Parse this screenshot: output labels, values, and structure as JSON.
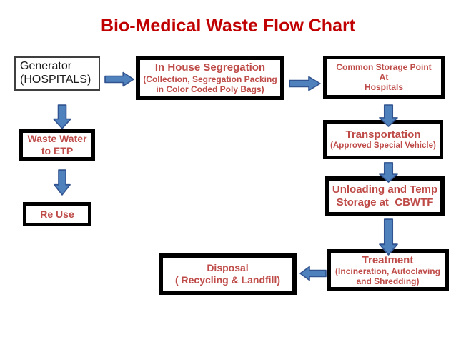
{
  "title": "Bio-Medical Waste Flow Chart",
  "colors": {
    "c_title": "#C00000",
    "c_red": "#BE4B48",
    "c_arrow": "#4F81BD",
    "c_arrow_stroke": "#31538F",
    "c_border": "#000000",
    "c_generator_border": "#3F3F3F",
    "c_generator_text": "#1A1A1A"
  },
  "nodes": {
    "generator": {
      "line1": "Generator",
      "line2": "(HOSPITALS)"
    },
    "in_house": {
      "title": "In House Segregation",
      "sub1": "(Collection, Segregation Packing",
      "sub2": "in Color Coded Poly Bags)"
    },
    "common_storage": {
      "line1": "Common Storage Point",
      "line2": "At",
      "line3": "Hospitals"
    },
    "transportation": {
      "title": "Transportation",
      "sub": "(Approved Special Vehicle)"
    },
    "unloading": {
      "line1": "Unloading and Temp",
      "line2": "Storage at  CBWTF"
    },
    "treatment": {
      "title": "Treatment",
      "sub1": "(Incineration, Autoclaving",
      "sub2": "and Shredding)"
    },
    "disposal": {
      "line1": "Disposal",
      "line2": "( Recycling & Landfill)"
    },
    "waste_water": {
      "line1": "Waste Water",
      "line2": "to ETP"
    },
    "re_use": {
      "line1": "Re Use"
    }
  },
  "arrows": [
    {
      "name": "generator-to-inhouse",
      "direction": "right"
    },
    {
      "name": "inhouse-to-common-storage",
      "direction": "right"
    },
    {
      "name": "generator-to-waste-water",
      "direction": "down"
    },
    {
      "name": "waste-water-to-re-use",
      "direction": "down"
    },
    {
      "name": "common-storage-to-transportation",
      "direction": "down"
    },
    {
      "name": "transportation-to-unloading",
      "direction": "down"
    },
    {
      "name": "unloading-to-treatment",
      "direction": "down"
    },
    {
      "name": "treatment-to-disposal",
      "direction": "left"
    }
  ]
}
